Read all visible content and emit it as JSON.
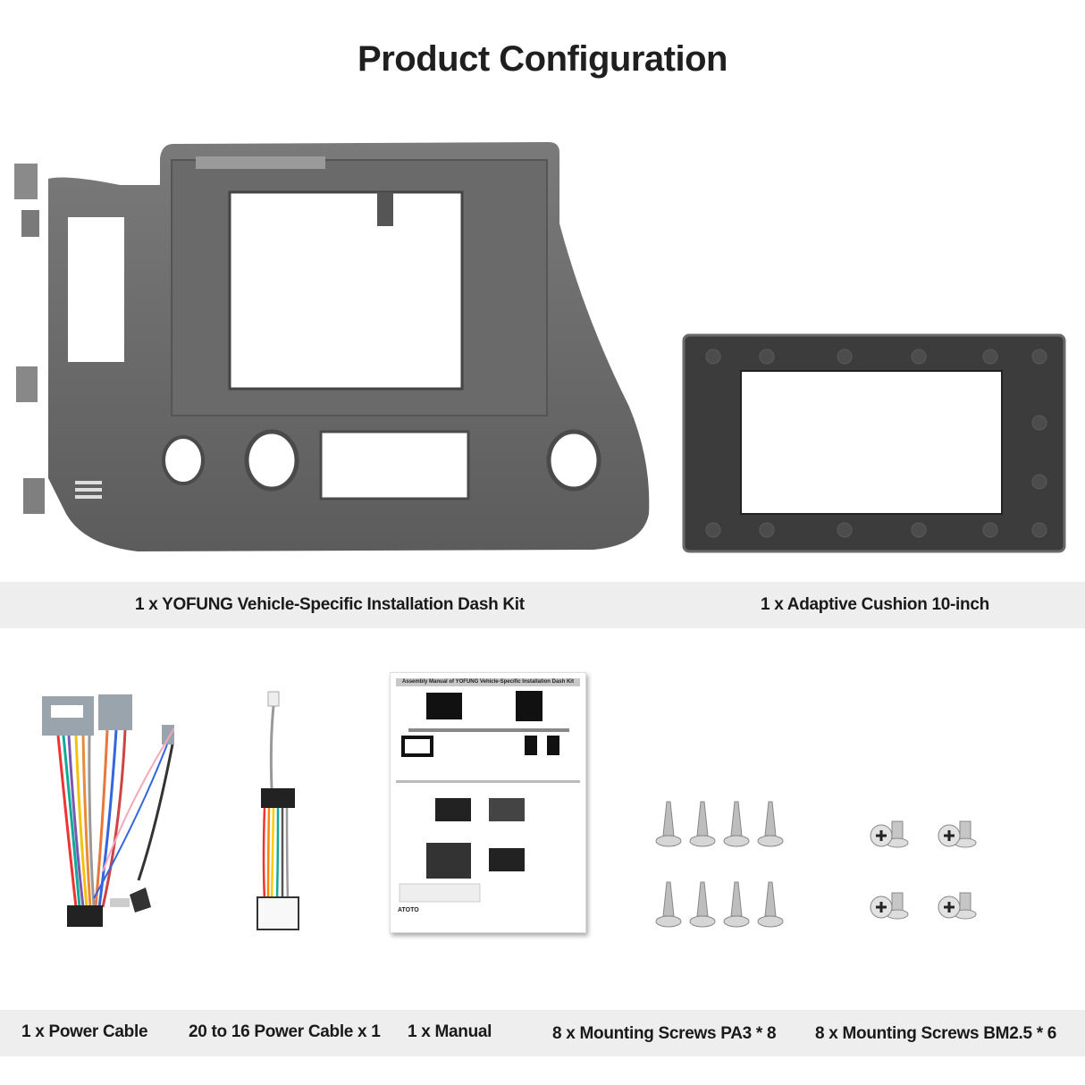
{
  "page": {
    "title": "Product Configuration"
  },
  "products_row1": [
    {
      "id": "dash-kit",
      "caption": "1 x YOFUNG Vehicle-Specific Installation Dash Kit",
      "image": "dash-kit-frame"
    },
    {
      "id": "adaptive-cushion",
      "caption": "1 x Adaptive Cushion 10-inch",
      "image": "cushion-frame"
    }
  ],
  "products_row2": [
    {
      "id": "power-cable",
      "caption": "1 x Power Cable",
      "image": "wiring-harness"
    },
    {
      "id": "adapter-cable",
      "caption": "20 to 16 Power Cable x 1",
      "image": "adapter-cable"
    },
    {
      "id": "manual",
      "caption": "1 x Manual",
      "image": "manual-sheet"
    },
    {
      "id": "screws-pa3",
      "caption": "8 x Mounting Screws PA3 * 8",
      "image": "tapping-screws"
    },
    {
      "id": "screws-bm25",
      "caption": "8 x Mounting Screws BM2.5 * 6",
      "image": "machine-screws"
    }
  ],
  "manual": {
    "heading": "Assembly Manual of YOFUNG Vehicle-Specific Installation Dash Kit",
    "brand": "ATOTO"
  },
  "colors": {
    "band": "#eeeeee",
    "text": "#1a1a1a",
    "dash_gray": "#6e6e6e",
    "cushion_dark": "#3c3c3c"
  }
}
